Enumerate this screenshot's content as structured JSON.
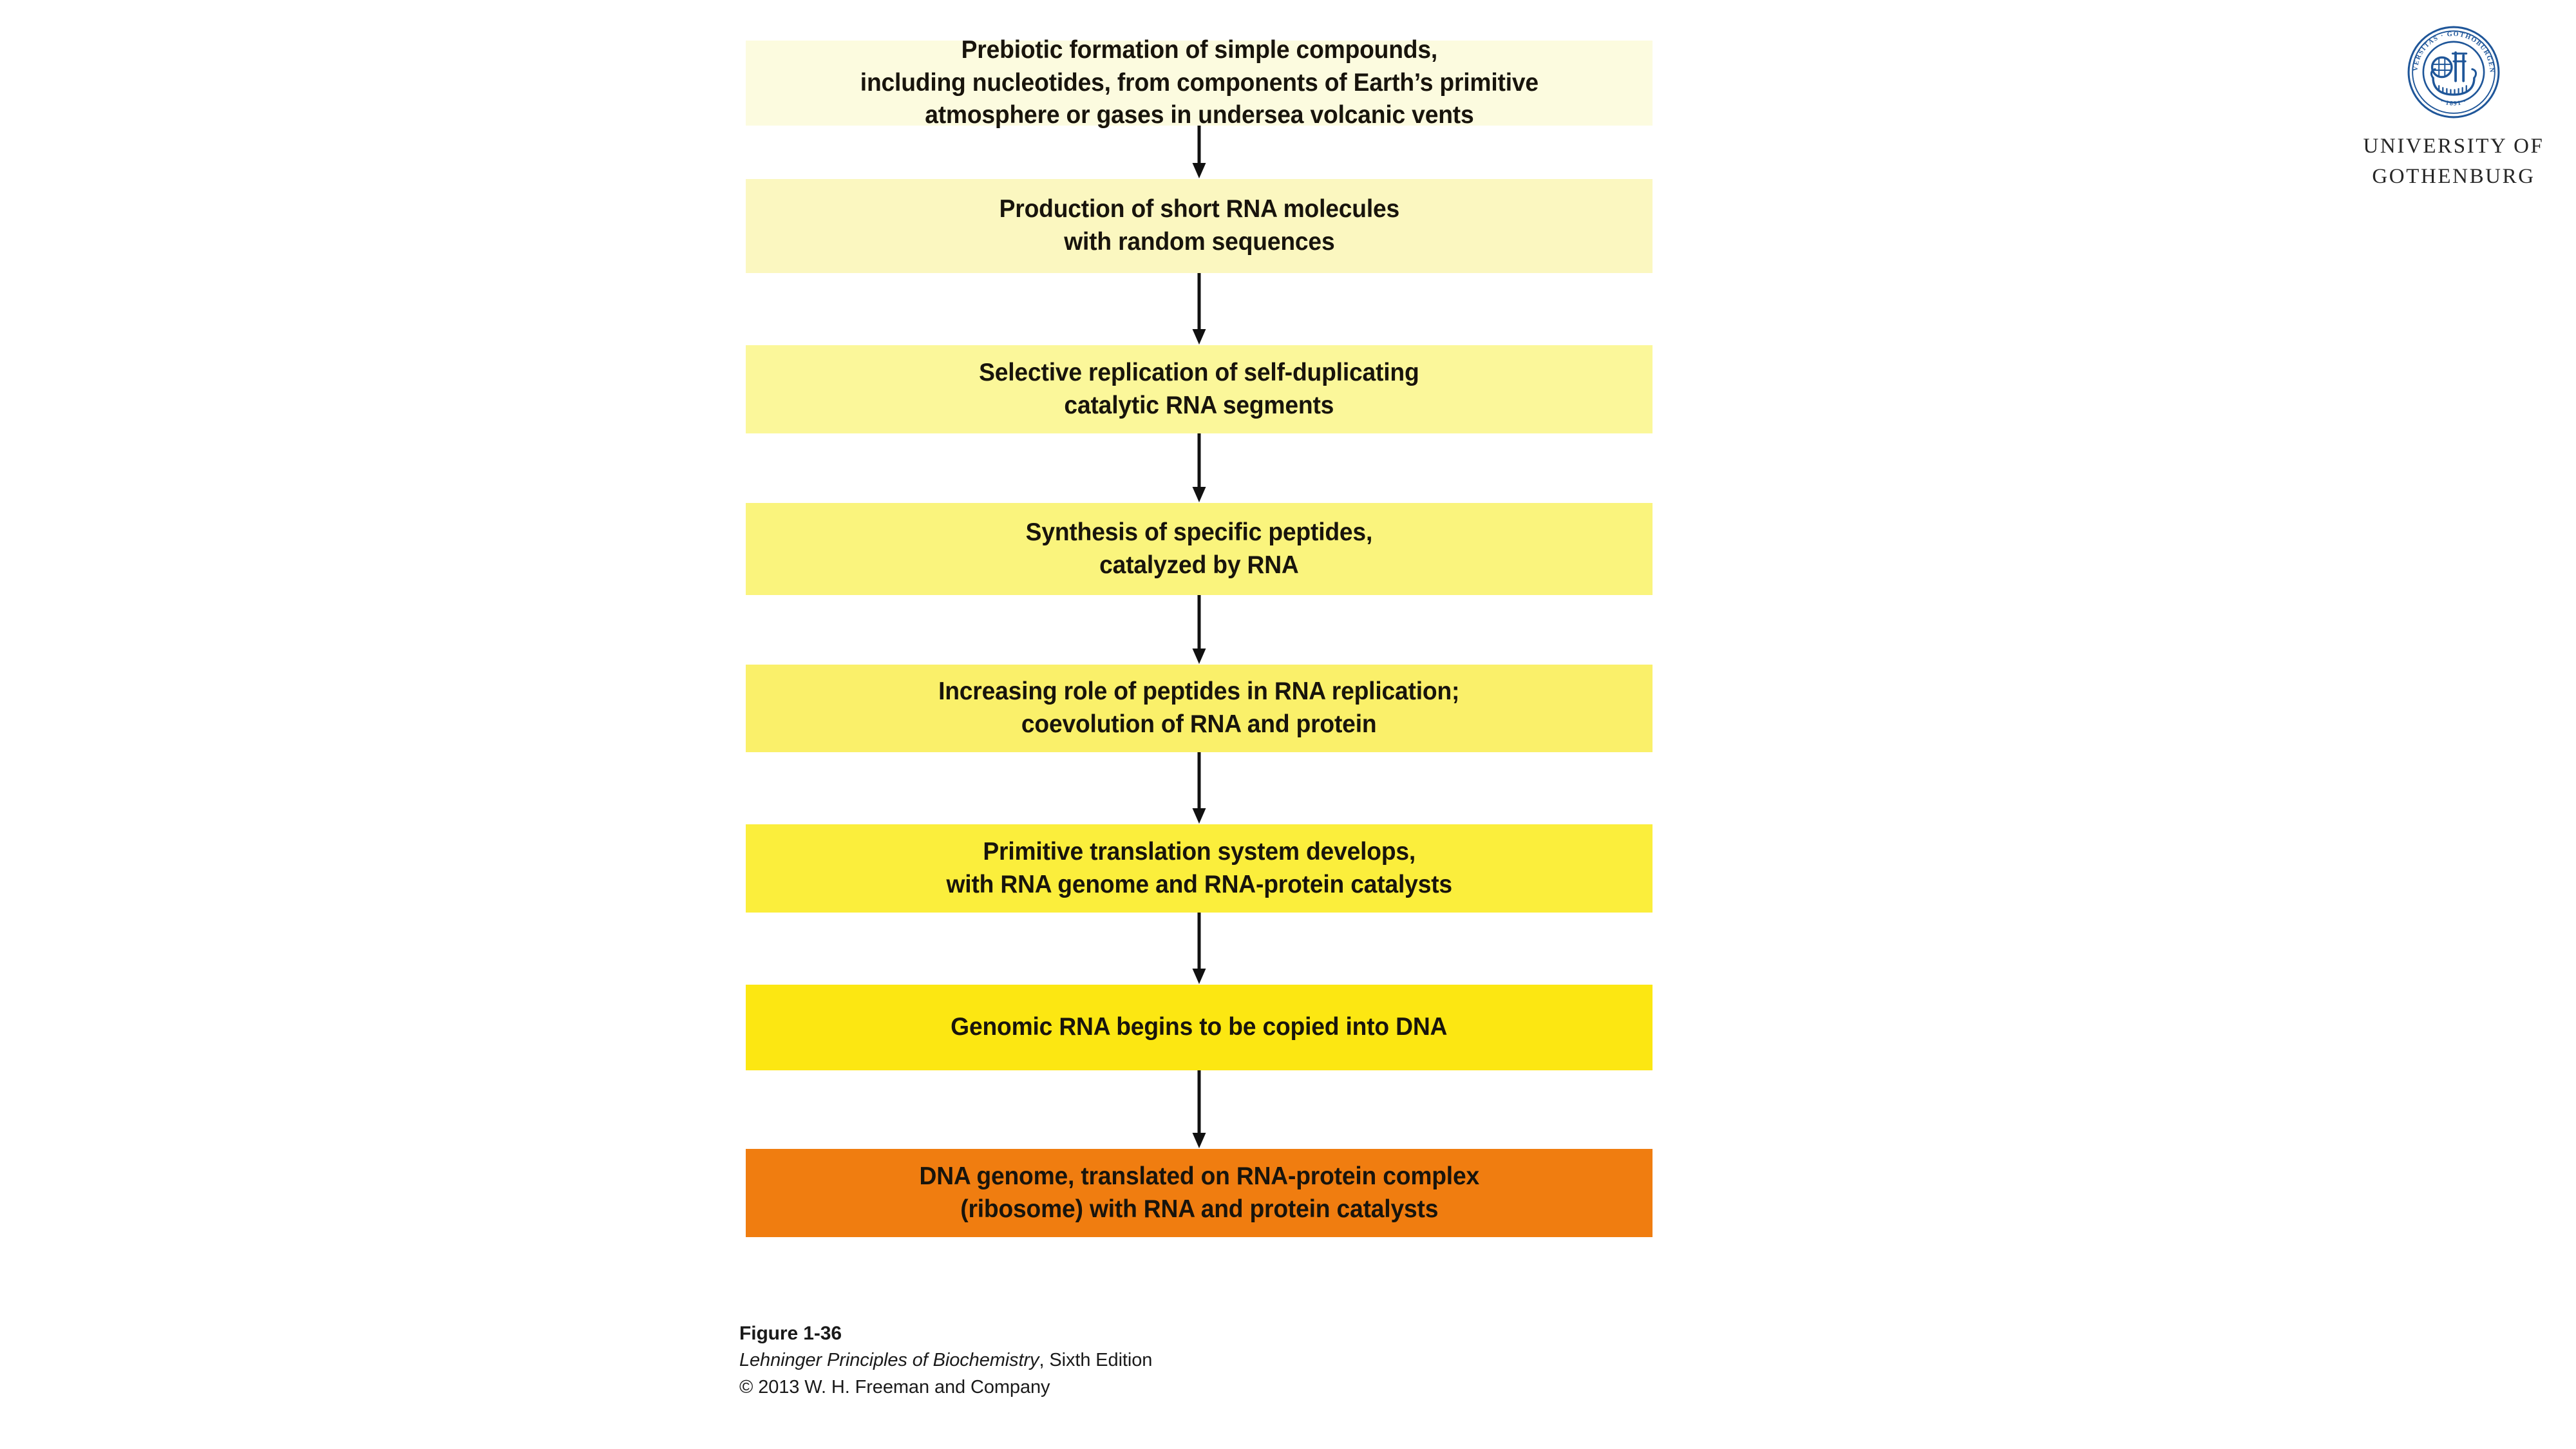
{
  "brand": {
    "seal_icon": "university-seal-icon",
    "seal_ring_top_text": "UNIVERSITAS · GOTHOBURGENSIS",
    "seal_year": "· 1891 ·",
    "name": "UNIVERSITY OF\nGOTHENBURG",
    "color": "#1F5699"
  },
  "diagram": {
    "arrow_icon": "down-arrow-icon",
    "arrow_color": "#111111",
    "steps": [
      {
        "id": "step-prebiotic-formation",
        "text": "Prebiotic formation of simple compounds,\nincluding nucleotides, from components of Earth’s primitive\natmosphere or gases in undersea volcanic vents",
        "color": "#FCFBDF"
      },
      {
        "id": "step-short-rna-production",
        "text": "Production of short RNA molecules\nwith random sequences",
        "color": "#FBF7C0"
      },
      {
        "id": "step-selective-replication",
        "text": "Selective replication of self-duplicating\ncatalytic RNA segments",
        "color": "#FBF79A"
      },
      {
        "id": "step-peptide-synthesis",
        "text": "Synthesis of specific peptides,\ncatalyzed by RNA",
        "color": "#FAF47D"
      },
      {
        "id": "step-peptide-rna-coevolution",
        "text": "Increasing role of peptides in RNA replication;\ncoevolution of RNA and protein",
        "color": "#FAF06A"
      },
      {
        "id": "step-primitive-translation",
        "text": "Primitive translation system develops,\nwith RNA genome and RNA-protein catalysts",
        "color": "#FBEE3C"
      },
      {
        "id": "step-rna-copied-to-dna",
        "text": "Genomic RNA begins to be copied into DNA",
        "color": "#FCE712"
      },
      {
        "id": "step-dna-genome-ribosome",
        "text": "DNA genome, translated on RNA-protein complex\n(ribosome) with RNA and protein catalysts",
        "color": "#F07D10"
      }
    ]
  },
  "caption": {
    "figure": "Figure 1-36",
    "source_title": "Lehninger Principles of Biochemistry",
    "source_edition": ", Sixth Edition",
    "copyright": "© 2013 W. H. Freeman and Company"
  }
}
